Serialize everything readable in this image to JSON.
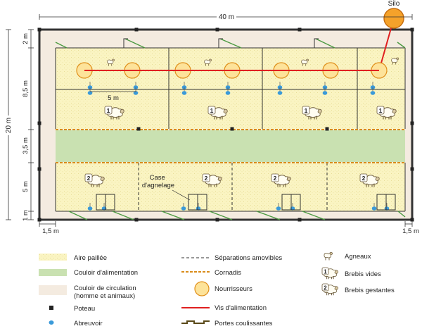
{
  "dimensions": {
    "width_total": "40 m",
    "height_total": "20 m",
    "left_2m": "2 m",
    "left_8_5m": "8,5 m",
    "left_3_5m": "3,5 m",
    "left_5m": "5 m",
    "left_1m": "1 m",
    "pen_width": "5 m",
    "bottom_left": "1,5 m",
    "bottom_right": "1,5 m"
  },
  "labels": {
    "silo": "Silo",
    "case_agnelage_line1": "Case",
    "case_agnelage_line2": "d'agnelage",
    "badge_1": "1",
    "badge_2": "2"
  },
  "legend": {
    "col1": [
      {
        "key": "aire-paillee",
        "label": "Aire paillée"
      },
      {
        "key": "couloir-alimentation",
        "label": "Couloir d'alimentation"
      },
      {
        "key": "couloir-circulation",
        "label": "Couloir de circulation",
        "label2": "(homme et animaux)"
      },
      {
        "key": "poteau",
        "label": "Poteau"
      },
      {
        "key": "abreuvoir",
        "label": "Abreuvoir"
      }
    ],
    "col2": [
      {
        "key": "separations",
        "label": "Séparations amovibles"
      },
      {
        "key": "cornadis",
        "label": "Cornadis"
      },
      {
        "key": "nourrisseurs",
        "label": "Nourrisseurs"
      },
      {
        "key": "vis",
        "label": "Vis d'alimentation"
      },
      {
        "key": "portes",
        "label": "Portes coulissantes"
      }
    ],
    "col3": [
      {
        "key": "agneaux",
        "label": "Agneaux"
      },
      {
        "key": "brebis-vides",
        "label": "Brebis vides"
      },
      {
        "key": "brebis-gestantes",
        "label": "Brebis gestantes"
      }
    ]
  },
  "colors": {
    "paille": "#faf4c2",
    "couloir_alim": "#c9e1b1",
    "couloir_circ": "#f4ebe0",
    "cornadis": "#d98c1a",
    "vis": "#e02020",
    "nourrisseur": "#f5c94a",
    "abreuvoir": "#3a9ad9",
    "porte": "#4b9a40",
    "wall": "#333333"
  }
}
